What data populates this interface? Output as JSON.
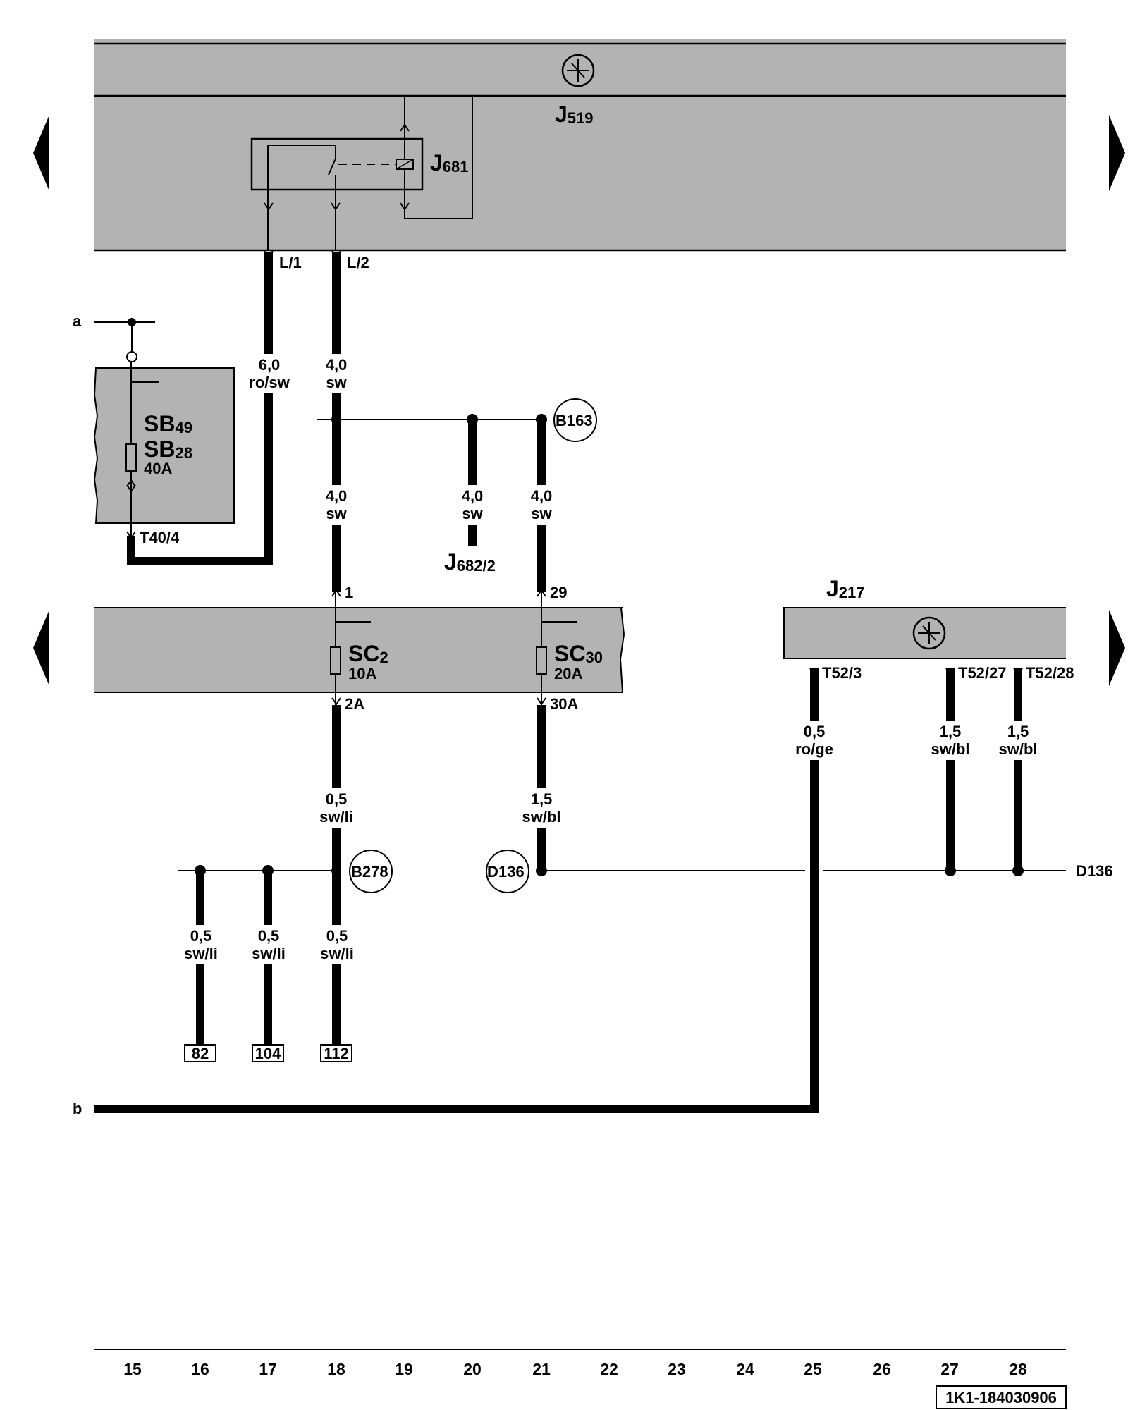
{
  "components": {
    "j519": {
      "name": "J",
      "sub": "519"
    },
    "j681": {
      "name": "J",
      "sub": "681"
    },
    "j217": {
      "name": "J",
      "sub": "217"
    },
    "j682": {
      "name": "J",
      "sub": "682",
      "suffix": "/2"
    },
    "sb49": {
      "name": "SB",
      "sub": "49"
    },
    "sb28": {
      "name": "SB",
      "sub": "28",
      "rating": "40A"
    },
    "sc2": {
      "name": "SC",
      "sub": "2",
      "rating": "10A"
    },
    "sc30": {
      "name": "SC",
      "sub": "30",
      "rating": "20A"
    }
  },
  "pins": {
    "l1": "L/1",
    "l2": "L/2",
    "t40_4": "T40/4",
    "p1": "1",
    "p29": "29",
    "p2a": "2A",
    "p30a": "30A",
    "t52_3": "T52/3",
    "t52_27": "T52/27",
    "t52_28": "T52/28"
  },
  "wires": {
    "w_l1": {
      "size": "6,0",
      "color": "ro/sw"
    },
    "w_l2": {
      "size": "4,0",
      "color": "sw"
    },
    "w_sc2_in": {
      "size": "4,0",
      "color": "sw"
    },
    "w_j682": {
      "size": "4,0",
      "color": "sw"
    },
    "w_sc30_in": {
      "size": "4,0",
      "color": "sw"
    },
    "w_sc2_out": {
      "size": "0,5",
      "color": "sw/li"
    },
    "w_sc30_out": {
      "size": "1,5",
      "color": "sw/bl"
    },
    "w_t52_3": {
      "size": "0,5",
      "color": "ro/ge"
    },
    "w_t52_27": {
      "size": "1,5",
      "color": "sw/bl"
    },
    "w_t52_28": {
      "size": "1,5",
      "color": "sw/bl"
    },
    "w_82": {
      "size": "0,5",
      "color": "sw/li"
    },
    "w_104": {
      "size": "0,5",
      "color": "sw/li"
    },
    "w_112": {
      "size": "0,5",
      "color": "sw/li"
    }
  },
  "connections": {
    "b163": "B163",
    "b278": "B278",
    "d136_circle": "D136",
    "d136_end": "D136"
  },
  "refs": {
    "r82": "82",
    "r104": "104",
    "r112": "112"
  },
  "edge_labels": {
    "a": "a",
    "b": "b"
  },
  "columns": [
    "15",
    "16",
    "17",
    "18",
    "19",
    "20",
    "21",
    "22",
    "23",
    "24",
    "25",
    "26",
    "27",
    "28"
  ],
  "doc_id": "1K1-184030906",
  "colors": {
    "component_fill": "#b3b3b3",
    "line": "#000000"
  }
}
